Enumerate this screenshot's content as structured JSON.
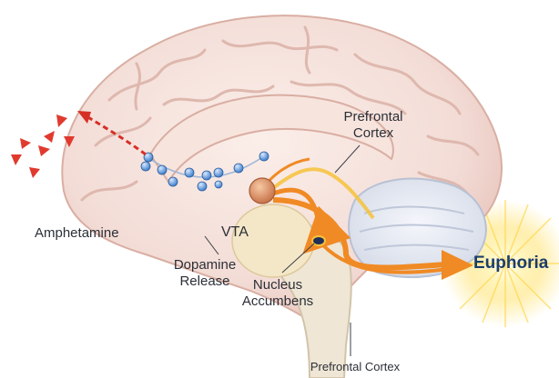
{
  "labels": {
    "prefrontal_cortex_upper_line1": "Prefrontal",
    "prefrontal_cortex_upper_line2": "Cortex",
    "amphetamine": "Amphetamine",
    "vta": "VTA",
    "dopamine_release_line1": "Dopamine",
    "dopamine_release_line2": "Release",
    "nucleus_accumbens_line1": "Nucleus",
    "nucleus_accumbens_line2": "Accumbens",
    "euphoria": "Euphoria",
    "prefrontal_cortex_bottom": "Prefrontal Cortex"
  },
  "colors": {
    "pathway_orange": "#f08a24",
    "pathway_yellow": "#f6c23a",
    "amphetamine_red": "#e03a2f",
    "dopamine_blue": "#4f8fd6",
    "brain_pink": "#f3dcd6",
    "glow_yellow": "#ffe680",
    "euphoria_text": "#1c3d6b"
  },
  "icons": {
    "amphetamine_particles": "red-triangle",
    "dopamine_molecules": "blue-sphere",
    "euphoria_glow": "starburst"
  }
}
